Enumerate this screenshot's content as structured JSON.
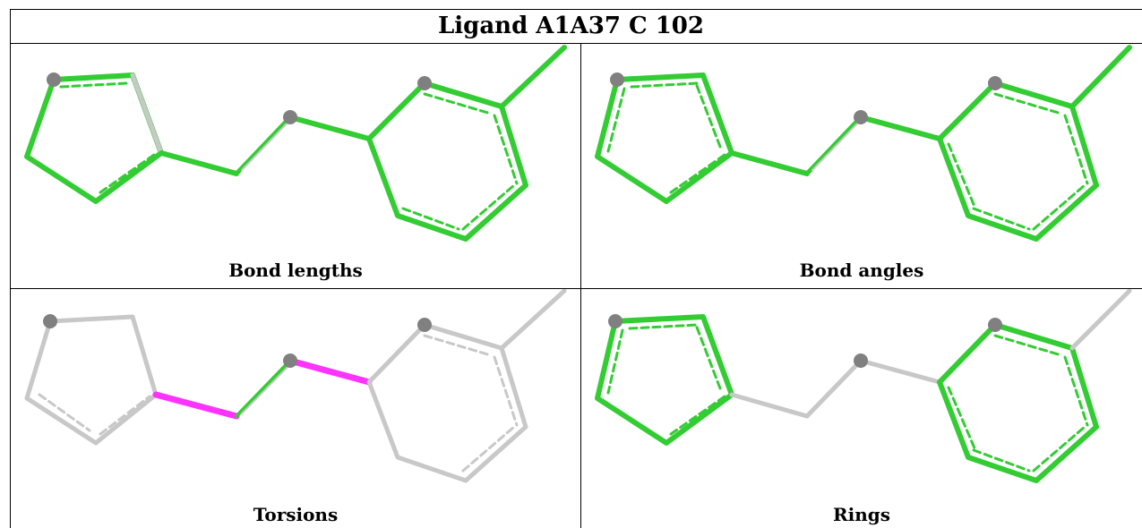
{
  "title": "Ligand A1A37 C 102",
  "panels": [
    {
      "caption": "Bond lengths",
      "highlight_color": "#33cc33"
    },
    {
      "caption": "Bond angles",
      "highlight_color": "#33cc33"
    },
    {
      "caption": "Torsions",
      "highlight_color": "#ff33ff"
    },
    {
      "caption": "Rings",
      "highlight_color": "#33cc33"
    }
  ],
  "colors": {
    "ok": "#33cc33",
    "neutral": "#c8c8c8",
    "outlier": "#ff33ff",
    "atom": "#808080"
  }
}
